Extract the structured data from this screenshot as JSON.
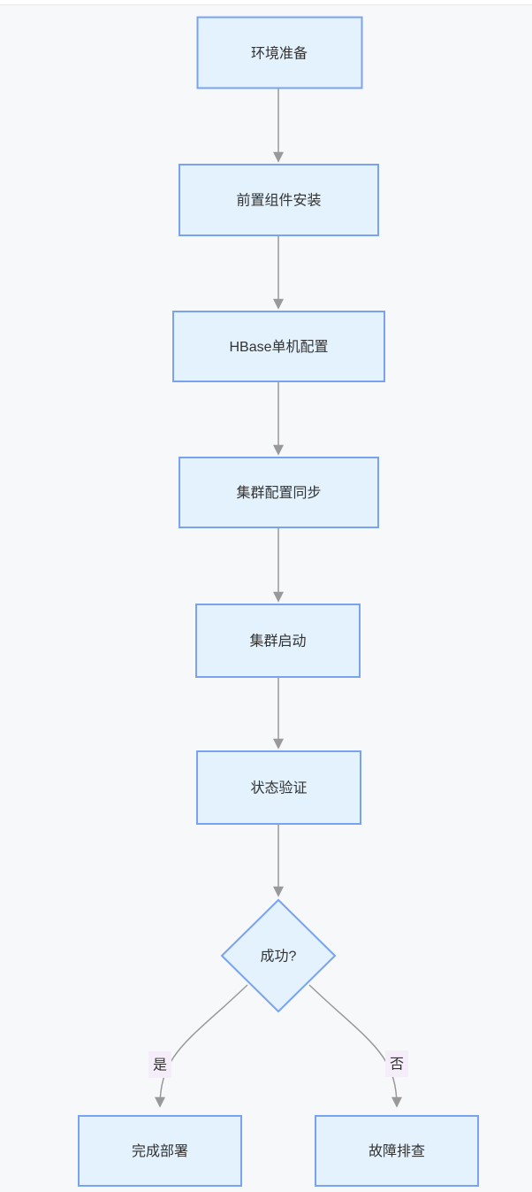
{
  "diagram": {
    "type": "flowchart",
    "direction": "top-down",
    "nodes": [
      {
        "id": "env-prep",
        "label": "环境准备",
        "shape": "rect"
      },
      {
        "id": "pre-install",
        "label": "前置组件安装",
        "shape": "rect"
      },
      {
        "id": "hbase-standalone-config",
        "label": "HBase单机配置",
        "shape": "rect"
      },
      {
        "id": "cluster-config-sync",
        "label": "集群配置同步",
        "shape": "rect"
      },
      {
        "id": "cluster-start",
        "label": "集群启动",
        "shape": "rect"
      },
      {
        "id": "status-verify",
        "label": "状态验证",
        "shape": "rect"
      },
      {
        "id": "success-decision",
        "label": "成功?",
        "shape": "diamond"
      },
      {
        "id": "deploy-complete",
        "label": "完成部署",
        "shape": "rect"
      },
      {
        "id": "troubleshoot",
        "label": "故障排查",
        "shape": "rect"
      }
    ],
    "edges": [
      {
        "from": "env-prep",
        "to": "pre-install",
        "label": ""
      },
      {
        "from": "pre-install",
        "to": "hbase-standalone-config",
        "label": ""
      },
      {
        "from": "hbase-standalone-config",
        "to": "cluster-config-sync",
        "label": ""
      },
      {
        "from": "cluster-config-sync",
        "to": "cluster-start",
        "label": ""
      },
      {
        "from": "cluster-start",
        "to": "status-verify",
        "label": ""
      },
      {
        "from": "status-verify",
        "to": "success-decision",
        "label": ""
      },
      {
        "from": "success-decision",
        "to": "deploy-complete",
        "label": "是"
      },
      {
        "from": "success-decision",
        "to": "troubleshoot",
        "label": "否"
      }
    ],
    "edge_labels": {
      "yes": "是",
      "no": "否"
    },
    "colors": {
      "node_fill": "#e3f2fd",
      "node_border": "#79a3f0",
      "edge_line": "#999999",
      "edge_label_bg": "#f5edfa",
      "text": "#333333",
      "background": "#f7f8fa",
      "top_divider": "#e4e6ea"
    }
  }
}
